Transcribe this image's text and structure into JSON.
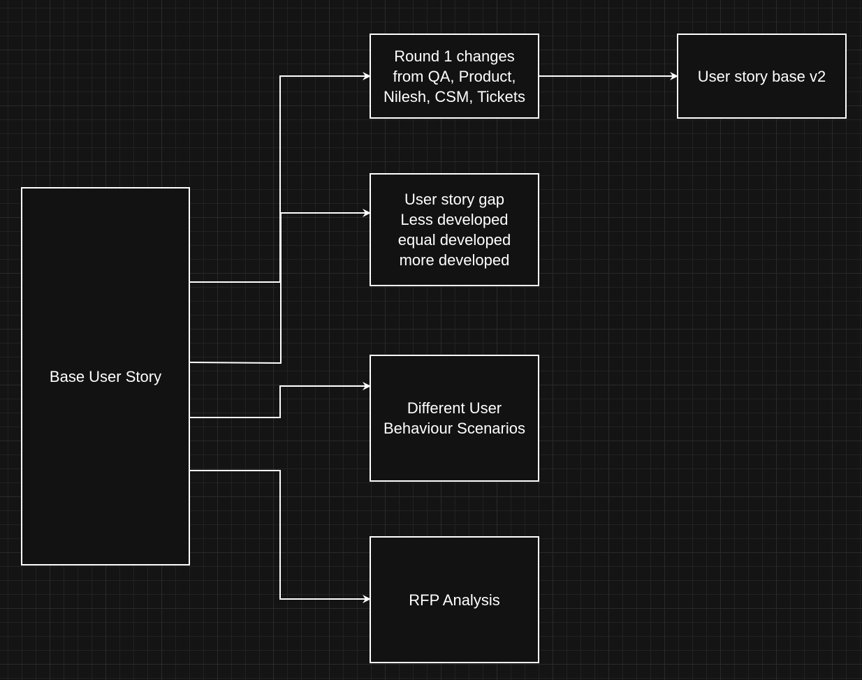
{
  "diagram": {
    "nodes": [
      {
        "id": "base",
        "label": "Base User Story"
      },
      {
        "id": "round1",
        "label": "Round 1 changes\nfrom QA, Product,\nNilesh, CSM, Tickets"
      },
      {
        "id": "v2",
        "label": "User story base v2"
      },
      {
        "id": "gap",
        "label": "User story gap\nLess developed\nequal developed\nmore developed"
      },
      {
        "id": "scenarios",
        "label": "Different User\nBehaviour Scenarios"
      },
      {
        "id": "rfp",
        "label": "RFP Analysis"
      }
    ],
    "edges": [
      {
        "from": "base",
        "to": "round1"
      },
      {
        "from": "base",
        "to": "gap"
      },
      {
        "from": "base",
        "to": "scenarios"
      },
      {
        "from": "base",
        "to": "rfp"
      },
      {
        "from": "round1",
        "to": "v2"
      }
    ]
  }
}
